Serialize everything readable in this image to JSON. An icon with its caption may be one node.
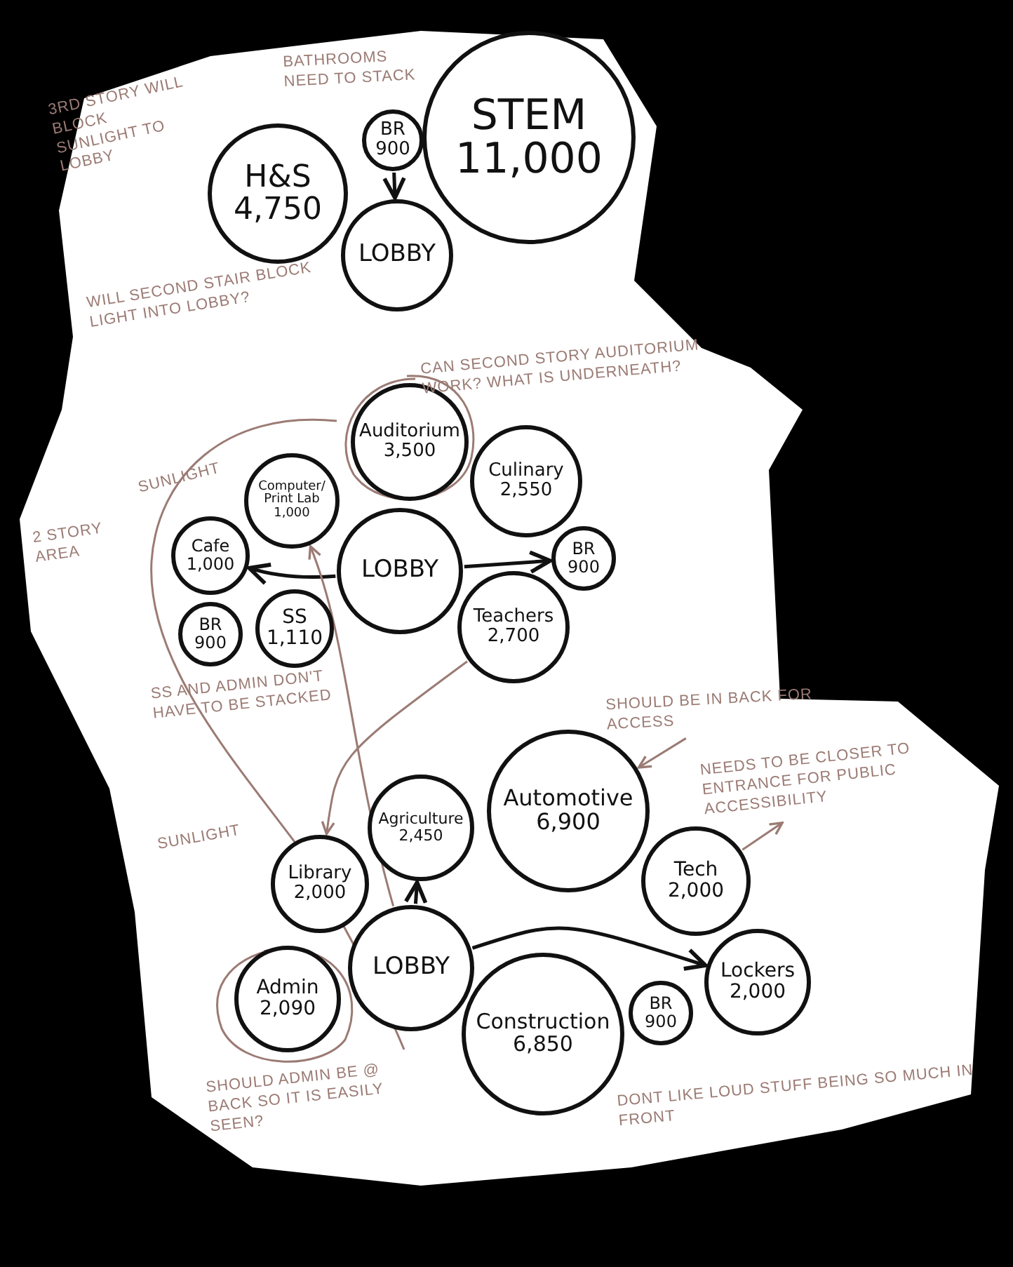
{
  "diagram": {
    "nodes": [
      {
        "text": [
          "H&S",
          "4,750"
        ]
      },
      {
        "text": [
          "BR",
          "900"
        ]
      },
      {
        "text": [
          "STEM",
          "11,000"
        ]
      },
      {
        "text": [
          "LOBBY"
        ]
      },
      {
        "text": [
          "Auditorium",
          "3,500"
        ]
      },
      {
        "text": [
          "Computer/ Print Lab",
          "1,000"
        ]
      },
      {
        "text": [
          "Culinary",
          "2,550"
        ]
      },
      {
        "text": [
          "Cafe",
          "1,000"
        ]
      },
      {
        "text": [
          "LOBBY"
        ]
      },
      {
        "text": [
          "BR",
          "900"
        ]
      },
      {
        "text": [
          "BR",
          "900"
        ]
      },
      {
        "text": [
          "SS",
          "1,110"
        ]
      },
      {
        "text": [
          "Teachers",
          "2,700"
        ]
      },
      {
        "text": [
          "SHOULD BE IN BACK FOR ACCESS"
        ]
      },
      {
        "text": [
          "Automotive",
          "6,900"
        ]
      },
      {
        "text": [
          "NEEDS TO BE CLOSER TO ENTRANCE FOR PUBLIC ACCESSIBILITY"
        ]
      },
      {
        "text": [
          "Agriculture",
          "2,450"
        ]
      },
      {
        "text": [
          "Library",
          "2,000"
        ]
      },
      {
        "text": [
          "Tech",
          "2,000"
        ]
      },
      {
        "text": [
          "Admin",
          "2,090"
        ]
      },
      {
        "text": [
          "LOBBY"
        ]
      },
      {
        "text": [
          "Construction",
          "6,850"
        ]
      },
      {
        "text": [
          "BR",
          "900"
        ]
      },
      {
        "text": [
          "Lockers",
          "2,000"
        ]
      }
    ],
    "edges": [
      {
        "from": 1,
        "to": 3,
        "arrow": "to"
      },
      {
        "from": 8,
        "to": 7,
        "arrow": "to"
      },
      {
        "from": 8,
        "to": 9,
        "arrow": "to"
      },
      {
        "from": 20,
        "to": 16,
        "arrow": "to"
      },
      {
        "from": 20,
        "to": 23,
        "arrow": "to"
      },
      {
        "from": 13,
        "to": 14,
        "arrow": "to",
        "color": "#9b7b74"
      },
      {
        "from": 18,
        "to": 15,
        "arrow": "to",
        "color": "#9b7b74"
      },
      {
        "from": 20,
        "to": 5,
        "arrow": "to",
        "color": "#9b7b74"
      },
      {
        "from": 12,
        "to": 17,
        "arrow": "to",
        "color": "#9b7b74"
      }
    ],
    "labels": [
      "BATHROOMS NEED TO STACK",
      "3RD STORY WILL BLOCK SUNLIGHT TO LOBBY",
      "WILL SECOND STAIR BLOCK LIGHT INTO LOBBY?",
      "CAN SECOND STORY AUDITORIUM WORK? WHAT IS UNDERNEATH?",
      "SUNLIGHT",
      "2 STORY AREA",
      "SS AND ADMIN DON'T HAVE TO BE STACKED",
      "SUNLIGHT",
      "SHOULD ADMIN BE @ BACK SO IT IS EASILY SEEN?",
      "DONT LIKE LOUD STUFF BEING SO MUCH IN FRONT"
    ]
  }
}
